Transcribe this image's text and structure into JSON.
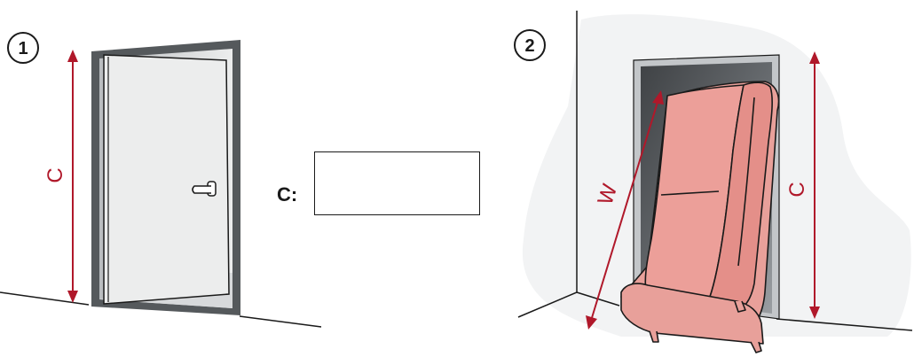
{
  "steps": {
    "step1_number": "1",
    "step2_number": "2"
  },
  "panel1": {
    "height_label": "C"
  },
  "measurement_box": {
    "label": "C:",
    "value": ""
  },
  "panel2": {
    "width_label": "W",
    "height_label": "C"
  },
  "colors": {
    "accent": "#b0182a",
    "sofa_fill": "#e8a09a",
    "door_fill": "#eceded",
    "frame_dark": "#55595c",
    "ink": "#1a1a1a"
  }
}
